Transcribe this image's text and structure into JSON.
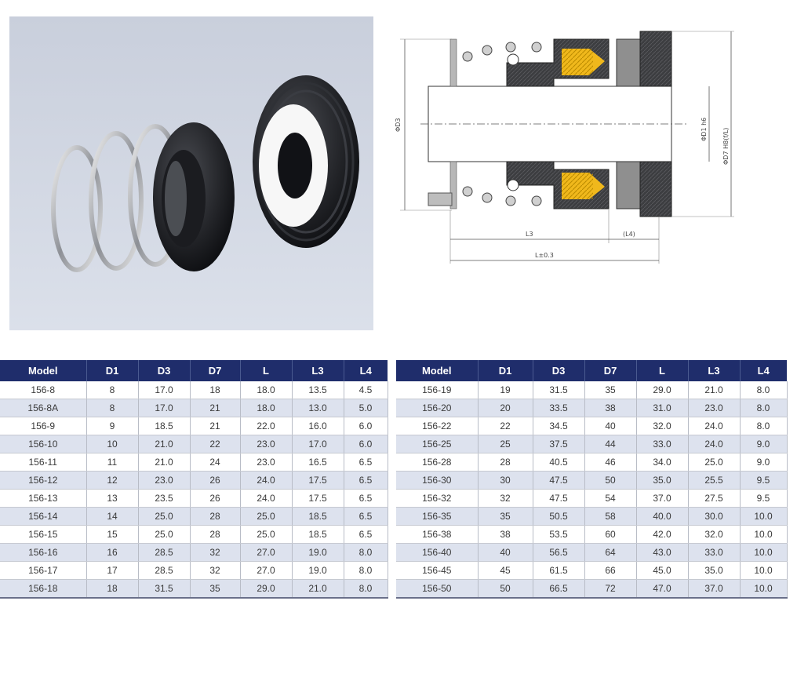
{
  "drawing": {
    "dim_d3": "ΦD3",
    "dim_d1": "ΦD1 h6",
    "dim_d7": "ΦD7 H8(f/L)",
    "dim_l3": "L3",
    "dim_l4": "(L4)",
    "dim_l": "L±0.3"
  },
  "tables": {
    "headers": [
      "Model",
      "D1",
      "D3",
      "D7",
      "L",
      "L3",
      "L4"
    ],
    "left_rows": [
      [
        "156-8",
        "8",
        "17.0",
        "18",
        "18.0",
        "13.5",
        "4.5"
      ],
      [
        "156-8A",
        "8",
        "17.0",
        "21",
        "18.0",
        "13.0",
        "5.0"
      ],
      [
        "156-9",
        "9",
        "18.5",
        "21",
        "22.0",
        "16.0",
        "6.0"
      ],
      [
        "156-10",
        "10",
        "21.0",
        "22",
        "23.0",
        "17.0",
        "6.0"
      ],
      [
        "156-11",
        "11",
        "21.0",
        "24",
        "23.0",
        "16.5",
        "6.5"
      ],
      [
        "156-12",
        "12",
        "23.0",
        "26",
        "24.0",
        "17.5",
        "6.5"
      ],
      [
        "156-13",
        "13",
        "23.5",
        "26",
        "24.0",
        "17.5",
        "6.5"
      ],
      [
        "156-14",
        "14",
        "25.0",
        "28",
        "25.0",
        "18.5",
        "6.5"
      ],
      [
        "156-15",
        "15",
        "25.0",
        "28",
        "25.0",
        "18.5",
        "6.5"
      ],
      [
        "156-16",
        "16",
        "28.5",
        "32",
        "27.0",
        "19.0",
        "8.0"
      ],
      [
        "156-17",
        "17",
        "28.5",
        "32",
        "27.0",
        "19.0",
        "8.0"
      ],
      [
        "156-18",
        "18",
        "31.5",
        "35",
        "29.0",
        "21.0",
        "8.0"
      ]
    ],
    "right_rows": [
      [
        "156-19",
        "19",
        "31.5",
        "35",
        "29.0",
        "21.0",
        "8.0"
      ],
      [
        "156-20",
        "20",
        "33.5",
        "38",
        "31.0",
        "23.0",
        "8.0"
      ],
      [
        "156-22",
        "22",
        "34.5",
        "40",
        "32.0",
        "24.0",
        "8.0"
      ],
      [
        "156-25",
        "25",
        "37.5",
        "44",
        "33.0",
        "24.0",
        "9.0"
      ],
      [
        "156-28",
        "28",
        "40.5",
        "46",
        "34.0",
        "25.0",
        "9.0"
      ],
      [
        "156-30",
        "30",
        "47.5",
        "50",
        "35.0",
        "25.5",
        "9.5"
      ],
      [
        "156-32",
        "32",
        "47.5",
        "54",
        "37.0",
        "27.5",
        "9.5"
      ],
      [
        "156-35",
        "35",
        "50.5",
        "58",
        "40.0",
        "30.0",
        "10.0"
      ],
      [
        "156-38",
        "38",
        "53.5",
        "60",
        "42.0",
        "32.0",
        "10.0"
      ],
      [
        "156-40",
        "40",
        "56.5",
        "64",
        "43.0",
        "33.0",
        "10.0"
      ],
      [
        "156-45",
        "45",
        "61.5",
        "66",
        "45.0",
        "35.0",
        "10.0"
      ],
      [
        "156-50",
        "50",
        "66.5",
        "72",
        "47.0",
        "37.0",
        "10.0"
      ]
    ]
  }
}
